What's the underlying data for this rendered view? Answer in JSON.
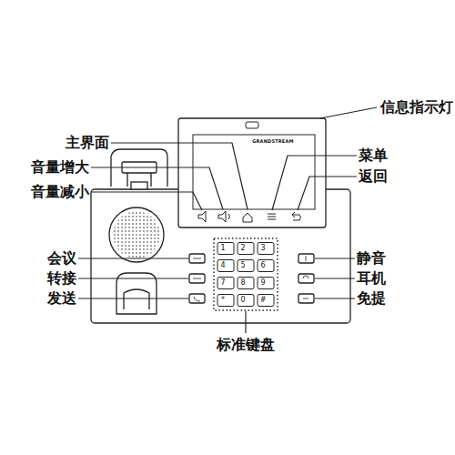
{
  "diagram": {
    "labels": [
      "信息指示灯",
      "主界面",
      "菜单",
      "音量增大",
      "返回",
      "音量减小",
      "会议",
      "静音",
      "转接",
      "耳机",
      "发送",
      "免提",
      "标准键盘",
      "GRANDSTREAM",
      "1",
      "2",
      "3",
      "4",
      "5",
      "6",
      "7",
      "8",
      "9",
      "*",
      "0",
      "#"
    ]
  }
}
